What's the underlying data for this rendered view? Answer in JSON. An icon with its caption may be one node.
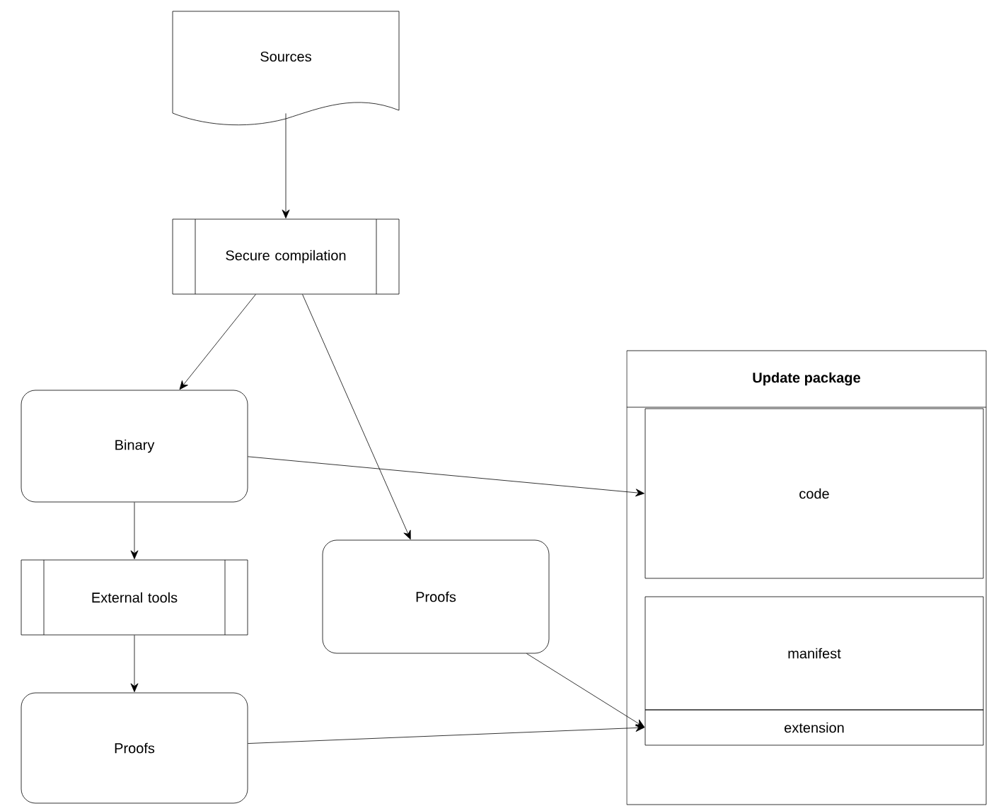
{
  "diagram": {
    "nodes": [
      {
        "text": [
          "Sources"
        ]
      },
      {
        "text": [
          "Secure compilation"
        ]
      },
      {
        "text": [
          "Binary"
        ]
      },
      {
        "text": [
          "External tools"
        ]
      },
      {
        "text": [
          "Proofs"
        ]
      },
      {
        "text": [
          "Proofs"
        ]
      },
      {
        "text": [
          "Update package"
        ]
      },
      {
        "text": [
          "code"
        ],
        "in": 6
      },
      {
        "text": [
          "manifest"
        ],
        "in": 6
      },
      {
        "text": [
          "extension"
        ],
        "in": 6
      }
    ],
    "edges": [
      {
        "from": 0,
        "to": 1,
        "arrow": "to"
      },
      {
        "from": 1,
        "to": 2,
        "arrow": "to"
      },
      {
        "from": 1,
        "to": 5,
        "arrow": "to"
      },
      {
        "from": 2,
        "to": 7,
        "arrow": "to"
      },
      {
        "from": 2,
        "to": 3,
        "arrow": "to"
      },
      {
        "from": 3,
        "to": 4,
        "arrow": "to"
      },
      {
        "from": 5,
        "to": 9,
        "arrow": "to"
      },
      {
        "from": 4,
        "to": 9,
        "arrow": "to"
      }
    ]
  }
}
